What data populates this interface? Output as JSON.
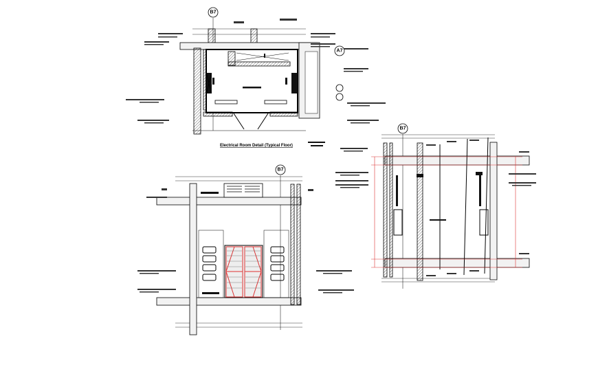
{
  "drawing": {
    "plan_title": "Electrical Room Detail (Typical Floor)",
    "plan_bubble_top": "B7",
    "plan_bubble_right": "A7",
    "elevation_bubble": "B7",
    "section_bubble": "B7"
  },
  "colors": {
    "line": "#000000",
    "door_highlight": "#dd3333",
    "background": "#ffffff"
  }
}
